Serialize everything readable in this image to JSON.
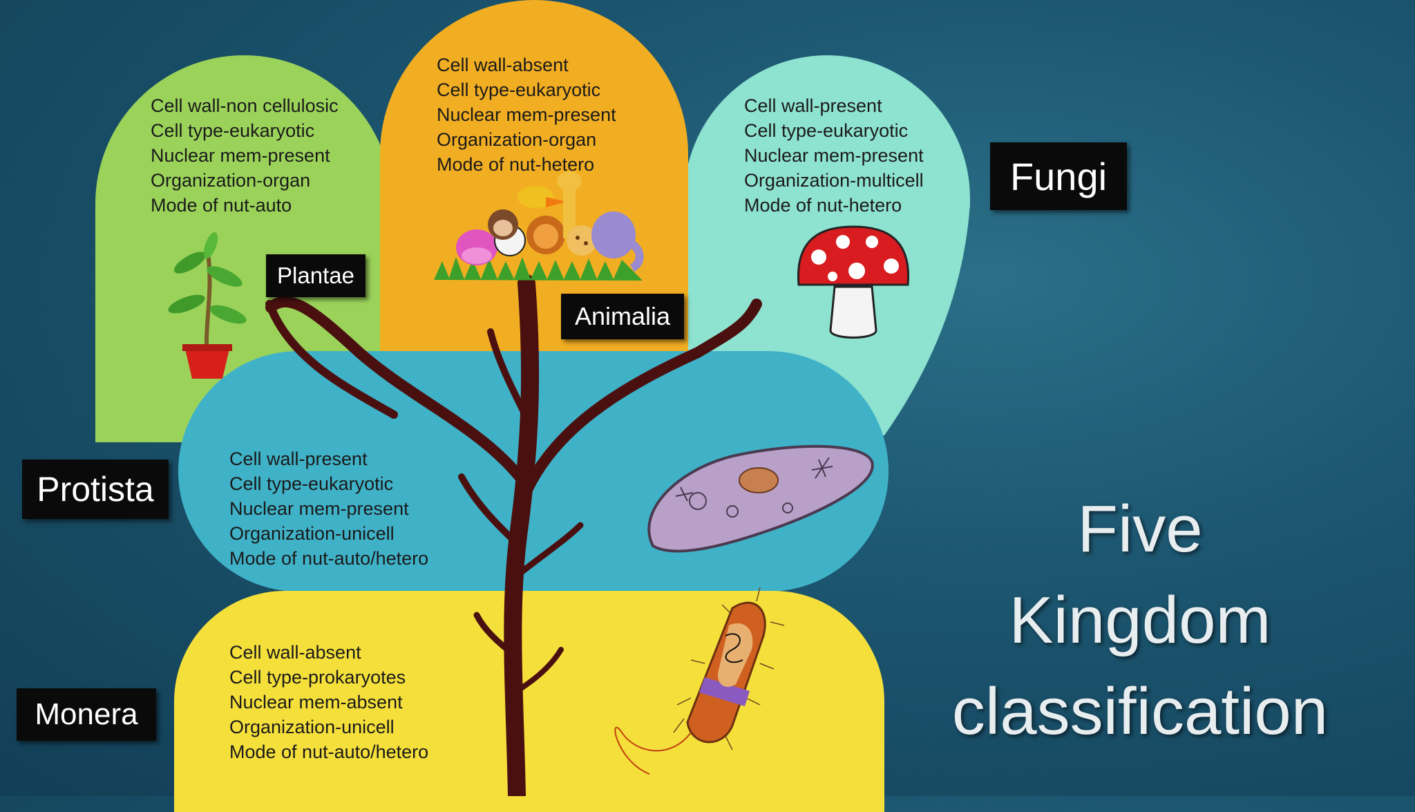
{
  "title": {
    "line1": "Five",
    "line2": "Kingdom",
    "line3": "classification"
  },
  "kingdoms": {
    "plantae": {
      "name": "Plantae",
      "color": "#9bd35a",
      "traits": [
        "Cell wall-non cellulosic",
        "Cell type-eukaryotic",
        "Nuclear mem-present",
        "Organization-organ",
        "Mode of nut-auto"
      ]
    },
    "animalia": {
      "name": "Animalia",
      "color": "#f2ae22",
      "traits": [
        "Cell wall-absent",
        "Cell type-eukaryotic",
        "Nuclear mem-present",
        "Organization-organ",
        "Mode of nut-hetero"
      ]
    },
    "fungi": {
      "name": "Fungi",
      "color": "#8ee2d0",
      "traits": [
        "Cell wall-present",
        "Cell type-eukaryotic",
        "Nuclear mem-present",
        "Organization-multicell",
        "Mode of nut-hetero"
      ]
    },
    "protista": {
      "name": "Protista",
      "color": "#40b2c8",
      "traits": [
        "Cell wall-present",
        "Cell type-eukaryotic",
        "Nuclear mem-present",
        "Organization-unicell",
        "Mode of nut-auto/hetero"
      ]
    },
    "monera": {
      "name": "Monera",
      "color": "#f5df3b",
      "traits": [
        "Cell wall-absent",
        "Cell type-prokaryotes",
        "Nuclear mem-absent",
        "Organization-unicell",
        "Mode of nut-auto/hetero"
      ]
    }
  },
  "icons": {
    "plantae": "potted-plant-icon",
    "animalia": "animals-group-icon",
    "fungi": "mushroom-icon",
    "protista": "paramecium-icon",
    "monera": "bacterium-icon"
  }
}
